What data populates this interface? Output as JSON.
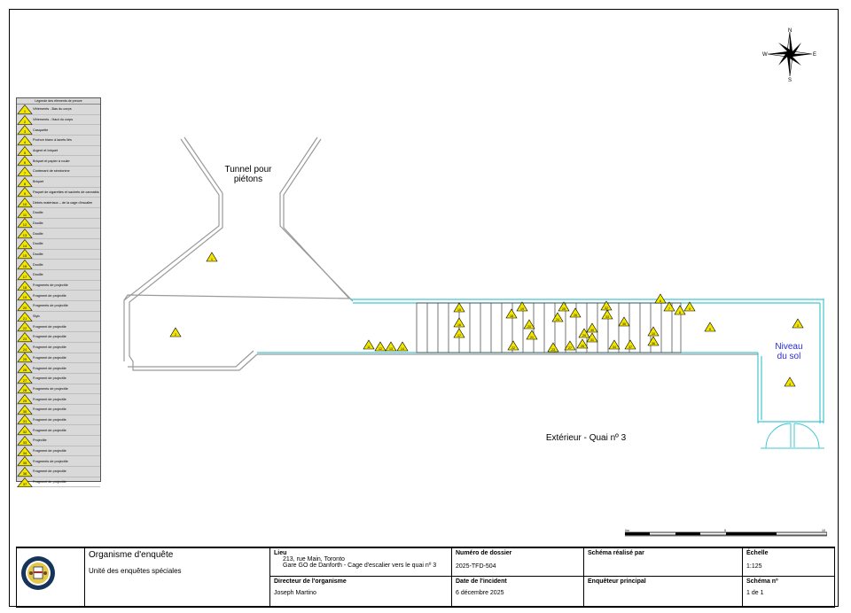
{
  "legend": {
    "title": "Légende des éléments de preuve",
    "items": [
      {
        "num": "1",
        "label": "Vêtements - Bas du corps"
      },
      {
        "num": "2",
        "label": "Vêtements - Haut du corps"
      },
      {
        "num": "3",
        "label": "Casquette"
      },
      {
        "num": "4",
        "label": "Pochon blanc à lacets liés"
      },
      {
        "num": "5",
        "label": "Argent et briquet"
      },
      {
        "num": "6",
        "label": "Briquet et papier à rouler"
      },
      {
        "num": "7",
        "label": "Contenant de sérotonine"
      },
      {
        "num": "8",
        "label": "Briquet"
      },
      {
        "num": "9",
        "label": "Paquet de cigarettes et sachets de cannabis"
      },
      {
        "num": "10",
        "label": "Débris matériaux – de la cage d'escalier"
      },
      {
        "num": "11",
        "label": "Douille"
      },
      {
        "num": "12",
        "label": "Douille"
      },
      {
        "num": "13",
        "label": "Douille"
      },
      {
        "num": "14",
        "label": "Douille"
      },
      {
        "num": "15",
        "label": "Douille"
      },
      {
        "num": "16",
        "label": "Douille"
      },
      {
        "num": "17",
        "label": "Douille"
      },
      {
        "num": "18",
        "label": "Fragments de projectile"
      },
      {
        "num": "19",
        "label": "Fragment de projectile"
      },
      {
        "num": "20",
        "label": "Fragments de projectile"
      },
      {
        "num": "21",
        "label": "Stylo"
      },
      {
        "num": "22",
        "label": "Fragment de projectile"
      },
      {
        "num": "23",
        "label": "Fragment de projectile"
      },
      {
        "num": "24",
        "label": "Fragment de projectile"
      },
      {
        "num": "25",
        "label": "Fragment de projectile"
      },
      {
        "num": "26",
        "label": "Fragment de projectile"
      },
      {
        "num": "27",
        "label": "Fragment de projectile"
      },
      {
        "num": "28",
        "label": "Fragments de projectile"
      },
      {
        "num": "29",
        "label": "Fragment de projectile"
      },
      {
        "num": "30",
        "label": "Fragment de projectile"
      },
      {
        "num": "31",
        "label": "Fragment de projectile"
      },
      {
        "num": "32",
        "label": "Fragment de projectile"
      },
      {
        "num": "33",
        "label": "Projectile"
      },
      {
        "num": "34",
        "label": "Fragment de projectile"
      },
      {
        "num": "35",
        "label": "Fragments de projectile"
      },
      {
        "num": "36",
        "label": "Fragment de projectile"
      },
      {
        "num": "37",
        "label": "Fragment de projectile"
      }
    ]
  },
  "plan": {
    "tunnel_label": "Tunnel pour\npiétons",
    "tunnel_line1": "Tunnel pour",
    "tunnel_line2": "piétons",
    "ground_line1": "Niveau",
    "ground_line2": "du sol",
    "exterior_label": "Extérieur - Quai nº 3",
    "accent_color": "#2a2add",
    "marker_color": "#f2e600",
    "wall_teal": "#40c8d0"
  },
  "compass": {
    "n": "N",
    "s": "S",
    "e": "E",
    "w": "W"
  },
  "scalebar": {
    "labels": [
      "0m",
      "5",
      "10"
    ]
  },
  "title_block": {
    "org_title": "Organisme d'enquête",
    "org_unit": "Unité des enquêtes spéciales",
    "lieu_label": "Lieu",
    "lieu_line1": "213, rue Main, Toronto",
    "lieu_line2": "Gare GO de Danforth - Cage d'escalier vers le quai nº 3",
    "dossier_label": "Numéro de dossier",
    "dossier_value": "2025-TFD-504",
    "realise_label": "Schéma réalisé par",
    "realise_value": "",
    "echelle_label": "Échelle",
    "echelle_value": "1:125",
    "directeur_label": "Directeur de l'organisme",
    "directeur_value": "Joseph Martino",
    "date_label": "Date de l'incident",
    "date_value": "6 décembre 2025",
    "enqueteur_label": "Enquêteur principal",
    "enqueteur_value": "",
    "schema_label": "Schéma nº",
    "schema_value": "1 de 1"
  }
}
